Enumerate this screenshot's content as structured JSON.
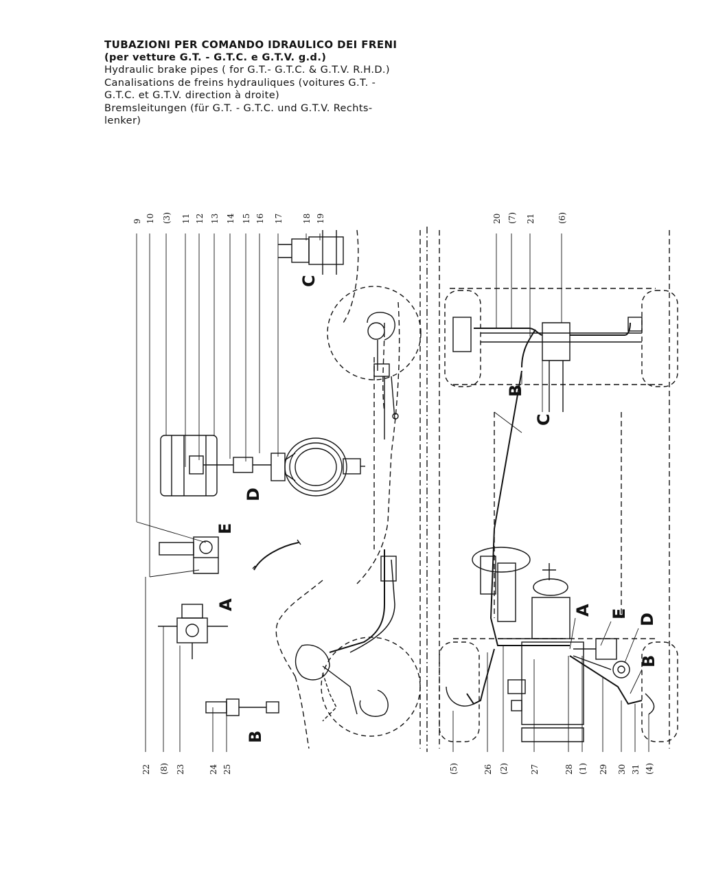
{
  "title": {
    "line1": "TUBAZIONI PER COMANDO IDRAULICO DEI FRENI",
    "line2": "(per vetture G.T. - G.T.C. e G.T.V. g.d.)",
    "line3": "Hydraulic brake pipes ( for G.T.- G.T.C. & G.T.V. R.H.D.)",
    "line4": "Canalisations de freins hydrauliques (voitures G.T. -",
    "line5": "G.T.C. et G.T.V. direction à droite)",
    "line6": "Bremsleitungen (für G.T. - G.T.C. und G.T.V. Rechts-",
    "line7": "lenker)"
  },
  "callouts_top_left": [
    "9",
    "10",
    "(3)",
    "11",
    "12",
    "13",
    "14",
    "15",
    "16",
    "17",
    "18",
    "19"
  ],
  "callouts_top_right": [
    "20",
    "(7)",
    "21",
    "(6)"
  ],
  "callouts_bottom_left": [
    "22",
    "(8)",
    "23",
    "24",
    "25"
  ],
  "callouts_bottom_right": [
    "(5)",
    "26",
    "(2)",
    "27",
    "28",
    "(1)",
    "29",
    "30",
    "31",
    "(4)"
  ],
  "detail_letters": {
    "a": "A",
    "b": "B",
    "c": "C",
    "d": "D",
    "e": "E"
  }
}
